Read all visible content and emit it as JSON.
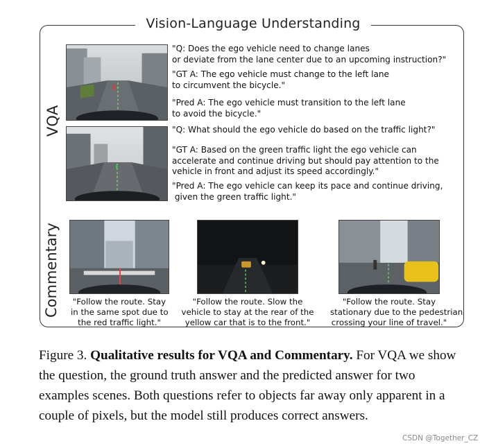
{
  "title": "Vision-Language Understanding",
  "sections": {
    "vqa": "VQA",
    "commentary": "Commentary"
  },
  "vqa": [
    {
      "q": "\"Q: Does the ego vehicle need to change lanes\nor deviate from the lane center due to an upcoming instruction?\"",
      "gt": "\"GT A: The ego vehicle must change to the left lane\nto circumvent the bicycle.\"",
      "pred": "\"Pred A: The ego vehicle must transition to the left lane\nto avoid the bicycle.\""
    },
    {
      "q": "\"Q: What should the ego vehicle do based on the traffic light?\"",
      "gt": "\"GT A: Based on the green traffic light the ego vehicle can\naccelerate and continue driving but should pay attention to the\nvehicle in front and adjust its speed accordingly.\"",
      "pred": "\"Pred A: The ego vehicle can keep its pace and continue driving,\n given the green traffic light.\""
    }
  ],
  "commentary": [
    "\"Follow the route. Stay\nin the same spot due to\nthe red traffic light.\"",
    "\"Follow the route. Slow the\nvehicle to stay at the rear of the\nyellow car that is to the front.\"",
    "\"Follow the route. Stay\nstationary due to the pedestrian\ncrossing your line of travel.\""
  ],
  "caption": {
    "label": "Figure 3.",
    "bold": "Qualitative results for VQA and Commentary.",
    "text": "For VQA we show the question, the ground truth answer and the predicted answer for two examples scenes.  Both questions refer to objects far away only apparent in a couple of pixels, but the model still produces correct answers."
  },
  "watermark": "CSDN @Together_CZ"
}
